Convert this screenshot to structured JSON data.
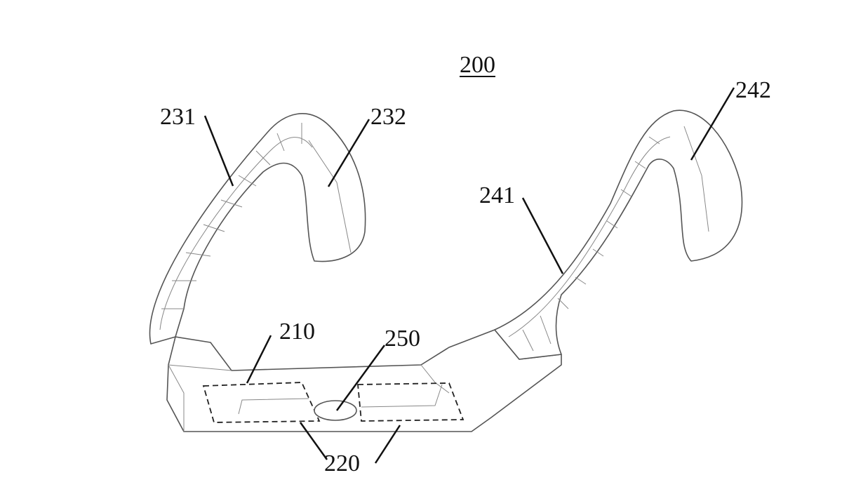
{
  "figure": {
    "main_ref": "200",
    "labels": {
      "l231": "231",
      "l232": "232",
      "l241": "241",
      "l242": "242",
      "l210": "210",
      "l250": "250",
      "l220": "220"
    }
  }
}
